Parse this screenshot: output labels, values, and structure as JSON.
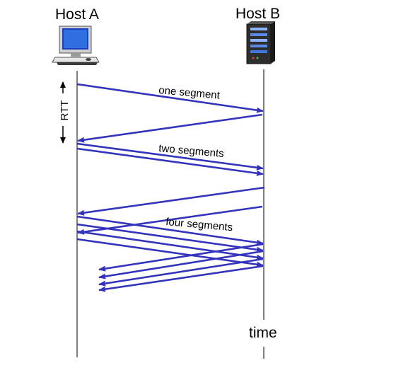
{
  "hosts": {
    "a_label": "Host A",
    "b_label": "Host B",
    "a_icon": "desktop-computer-icon",
    "b_icon": "server-tower-icon"
  },
  "labels": {
    "rtt": "RTT",
    "one_segment": "one segment",
    "two_segments": "two segments",
    "four_segments": "four segments",
    "time": "time"
  },
  "colors": {
    "arrow": "#3333bb",
    "timeline": "#808080"
  }
}
